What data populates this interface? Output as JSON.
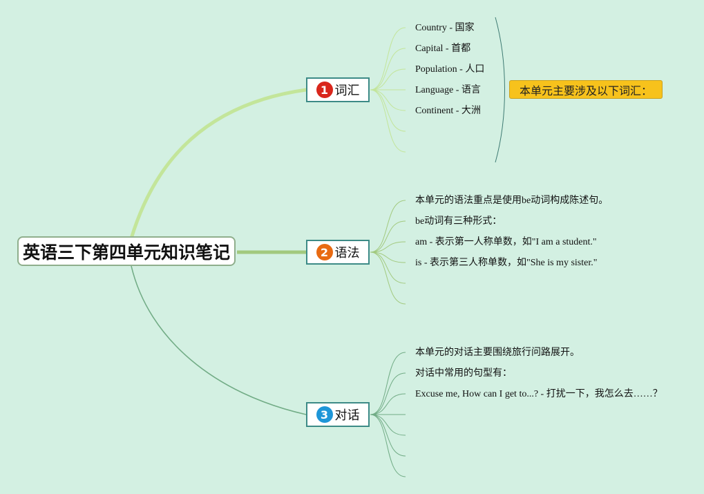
{
  "root": {
    "title": "英语三下第四单元知识笔记"
  },
  "branches": [
    {
      "number": "1",
      "label": "词汇",
      "badge_color": "#d9261c",
      "leaves": [
        "Country - 国家",
        "Capital - 首都",
        "Population - 人口",
        "Language - 语言",
        "Continent - 大洲"
      ],
      "summary": "本单元主要涉及以下词汇："
    },
    {
      "number": "2",
      "label": "语法",
      "badge_color": "#e86a12",
      "leaves": [
        "本单元的语法重点是使用be动词构成陈述句。",
        "be动词有三种形式：",
        "am - 表示第一人称单数，如\"I am a student.\"",
        "is - 表示第三人称单数，如\"She is my sister.\""
      ]
    },
    {
      "number": "3",
      "label": "对话",
      "badge_color": "#1e96d8",
      "leaves": [
        "本单元的对话主要围绕旅行问路展开。",
        "对话中常用的句型有：",
        "Excuse me, How can I get to...? - 打扰一下，我怎么去……？"
      ]
    }
  ],
  "colors": {
    "background": "#d3f0e2",
    "branch1_link": "#c3e59a",
    "branch2_link": "#a2c97e",
    "branch3_link": "#72ac86",
    "summary_fill": "#f7c21c"
  }
}
